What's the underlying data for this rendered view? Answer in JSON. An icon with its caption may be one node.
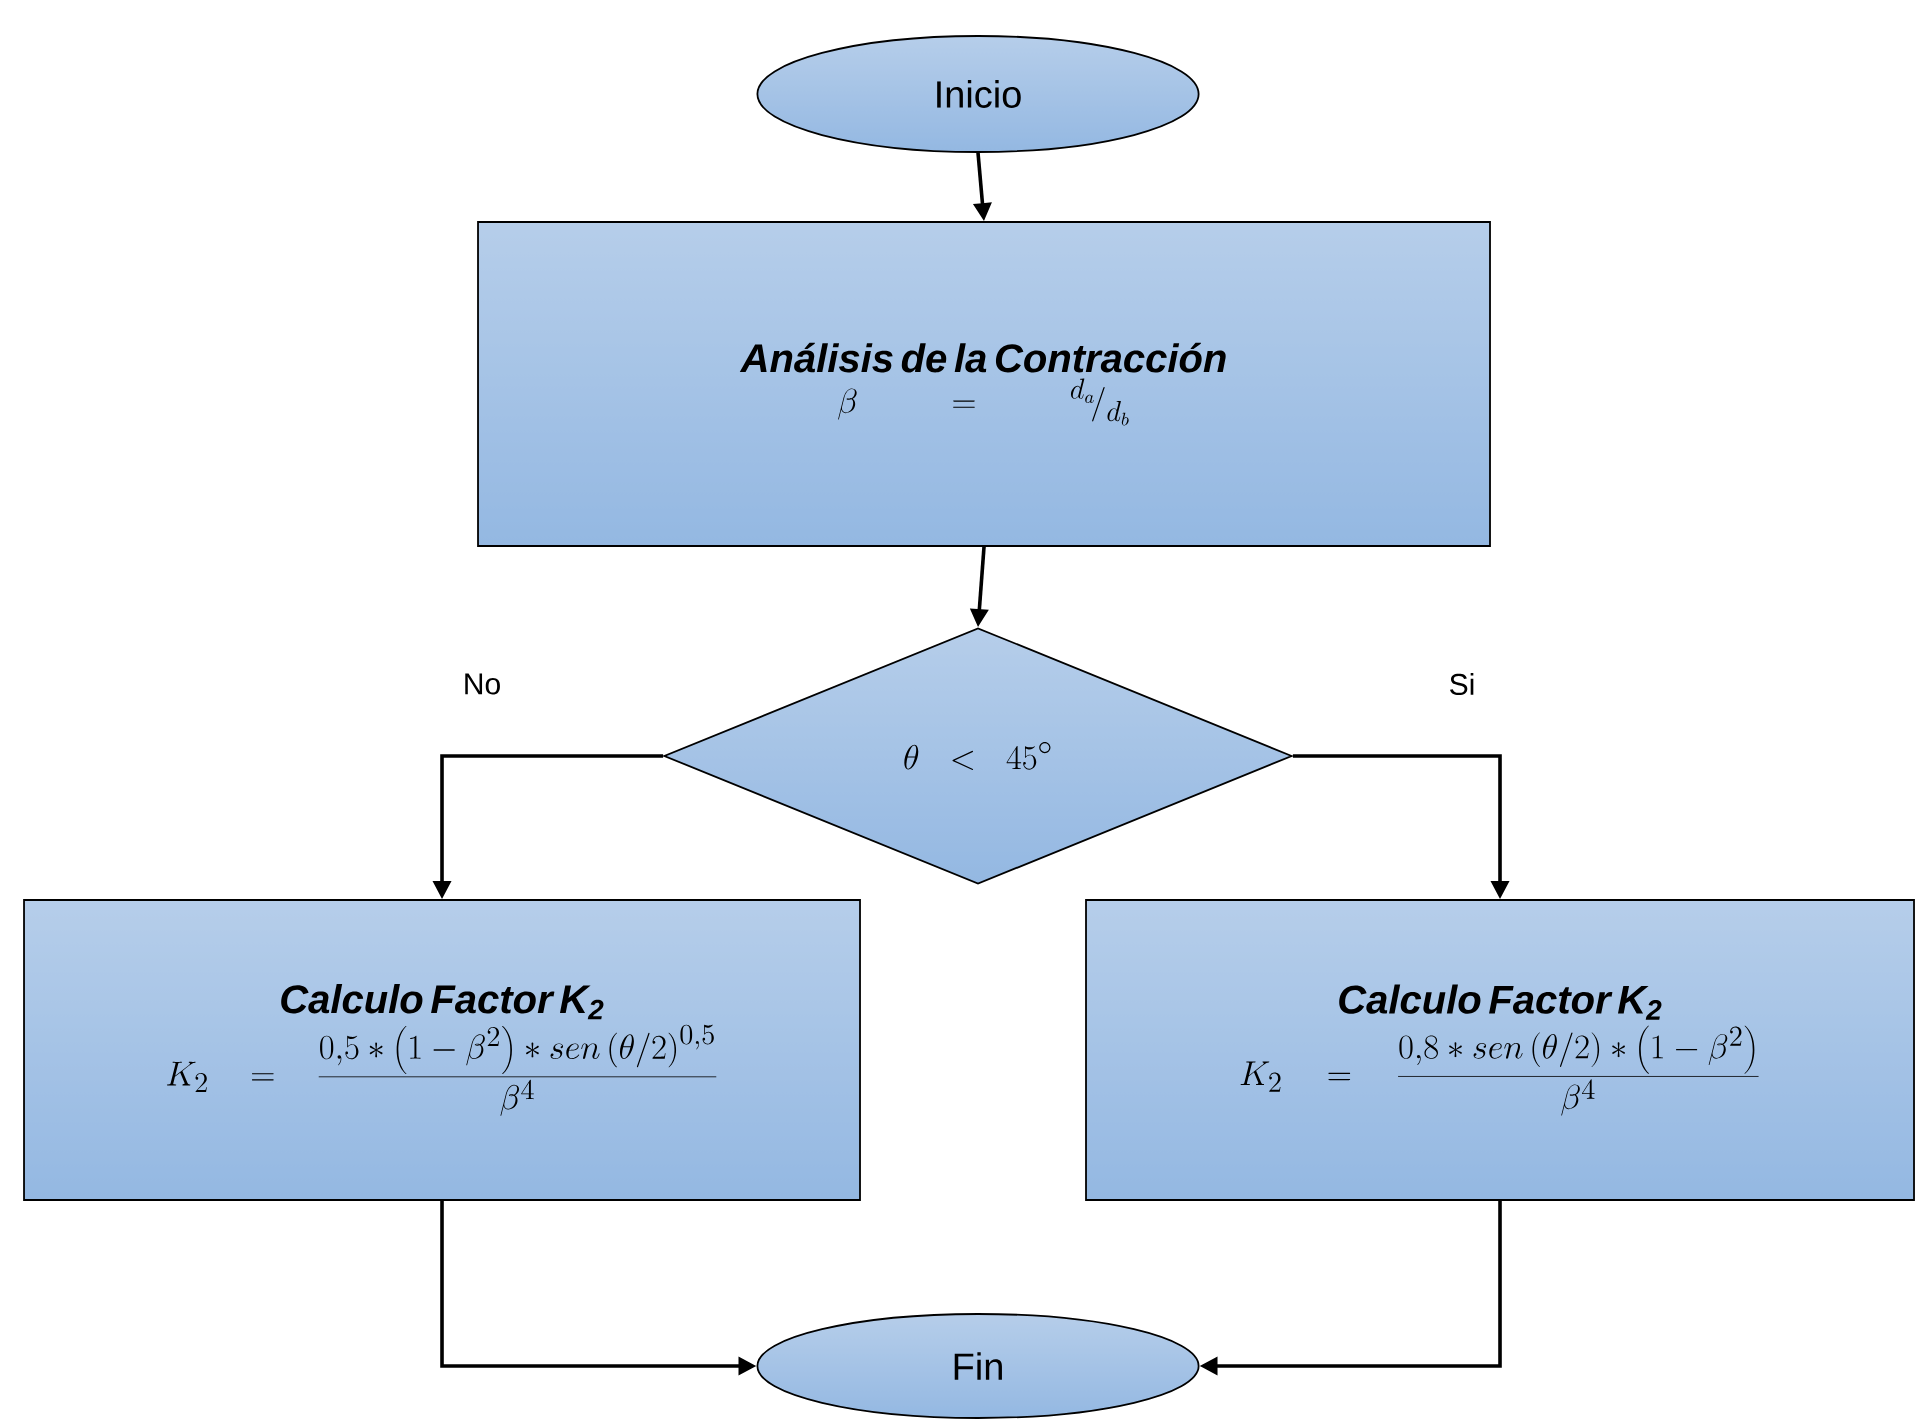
{
  "diagram": {
    "nodes": [
      {
        "text": [
          "Inicio"
        ]
      },
      {
        "text": [
          "Análisis de la Contracción",
          "\\beta = {}^{d_a}\\!/_{d_b}"
        ]
      },
      {
        "text": [
          "\\theta < 45^{\\circ}"
        ]
      },
      {
        "text": [
          "Calculo Factor K$_{2}$",
          "K_2 = \\frac{0{,}5 \\ast \\left(1-\\beta^2\\right) \\ast sen\\left(\\theta/2\\right)^{0{,}5}}{\\beta^4}"
        ]
      },
      {
        "text": [
          "Calculo Factor K$_{2}$",
          "K_2 = \\frac{0{,}8 \\ast sen\\left(\\theta/2\\right) \\ast \\left(1-\\beta^2\\right)}{\\beta^4}"
        ]
      },
      {
        "text": [
          "Fin"
        ]
      }
    ],
    "edges": [
      {
        "from": 0,
        "to": 1,
        "arrow": "to"
      },
      {
        "from": 1,
        "to": 2,
        "arrow": "to"
      },
      {
        "from": 2,
        "to": 3,
        "arrow": "to",
        "label": "No"
      },
      {
        "from": 2,
        "to": 4,
        "arrow": "to",
        "label": "Si"
      },
      {
        "from": 3,
        "to": 5,
        "arrow": "to"
      },
      {
        "from": 4,
        "to": 5,
        "arrow": "to"
      }
    ]
  }
}
